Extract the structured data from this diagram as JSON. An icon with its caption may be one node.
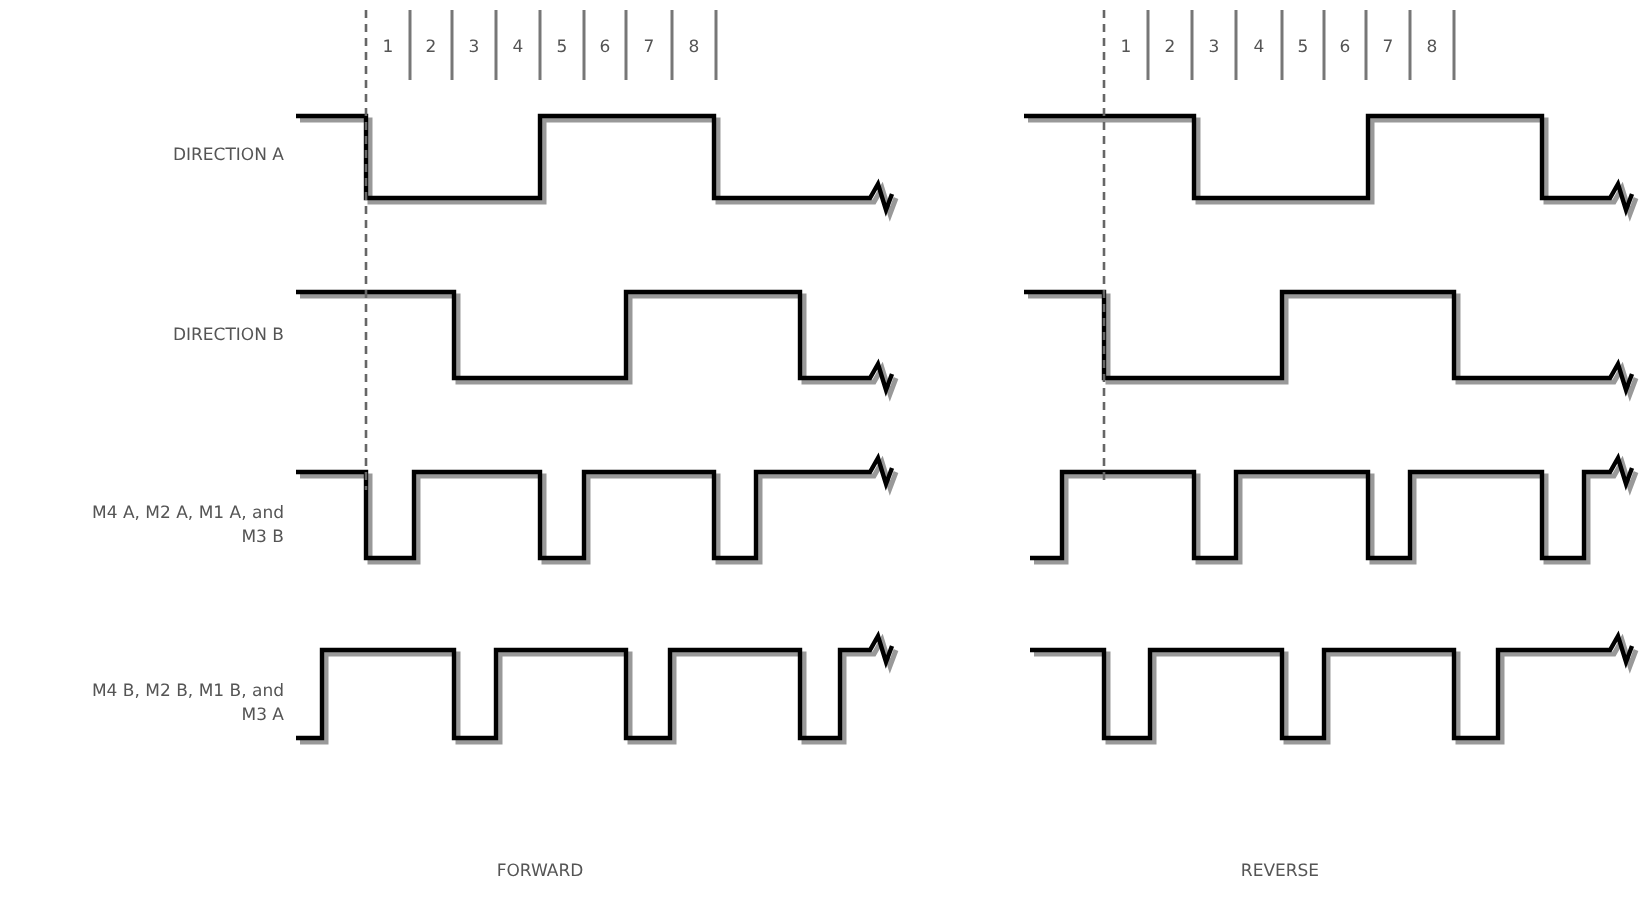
{
  "diagram": {
    "labels": [
      "1",
      "2",
      "3",
      "4",
      "5",
      "6",
      "7",
      "8",
      "1",
      "2",
      "3",
      "4",
      "5",
      "6",
      "7",
      "8",
      "DIRECTION A",
      "DIRECTION B",
      "M4 A, M2 A, M1 A, and M3 B",
      "M4 B, M2 B, M1 B, and M3 A",
      "FORWARD",
      "REVERSE"
    ]
  }
}
